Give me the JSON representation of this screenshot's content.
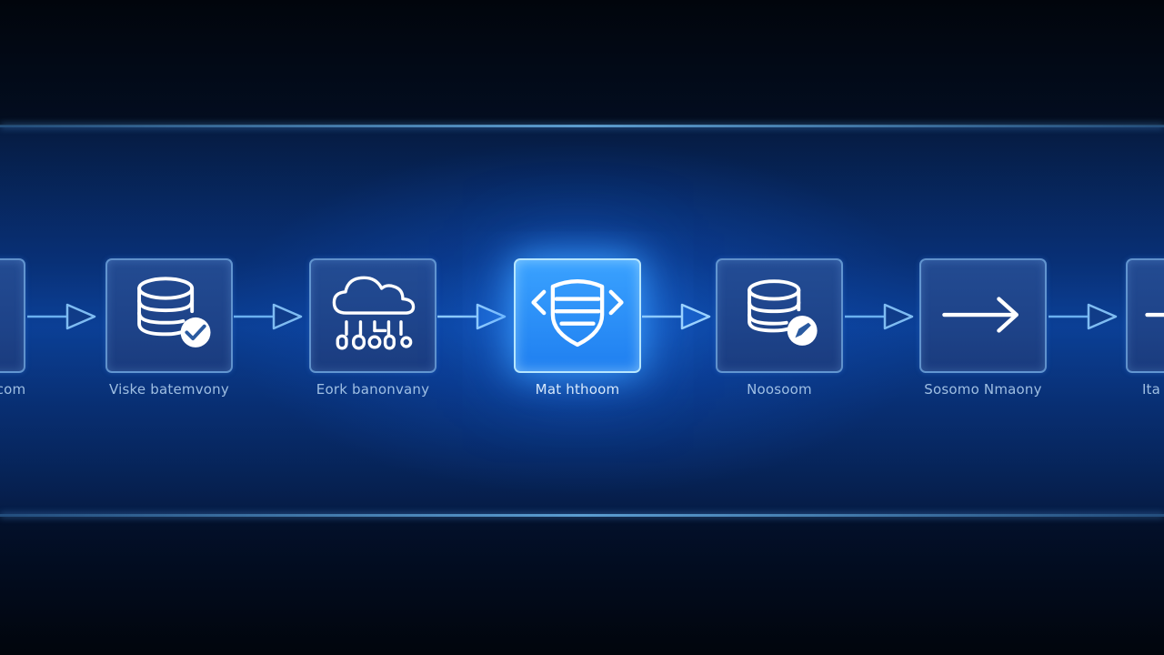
{
  "diagram": {
    "nodes": [
      {
        "label": "com",
        "icon": "partial-node-icon",
        "active": false
      },
      {
        "label": "Viske batemvony",
        "icon": "database-check-icon",
        "active": false
      },
      {
        "label": "Eork banonvany",
        "icon": "cloud-network-icon",
        "active": false
      },
      {
        "label": "Mat hthoom",
        "icon": "shield-code-icon",
        "active": true
      },
      {
        "label": "Noosoom",
        "icon": "database-edit-icon",
        "active": false
      },
      {
        "label": "Sosomo Nmaony",
        "icon": "arrow-right-icon",
        "active": false
      },
      {
        "label": "Ita",
        "icon": "arrow-right-icon",
        "active": false
      }
    ],
    "connector_icon": "arrow-right-outline-icon"
  },
  "colors": {
    "background": "#020812",
    "band_center": "#0a3a86",
    "node_fill": "#284a8f",
    "node_border": "#78afe6",
    "active_fill": "#2a8ffa",
    "active_glow": "#3ca0ff",
    "icon_stroke": "#ffffff",
    "connector": "#6ab0f0",
    "label_text": "#b9d7f5"
  }
}
